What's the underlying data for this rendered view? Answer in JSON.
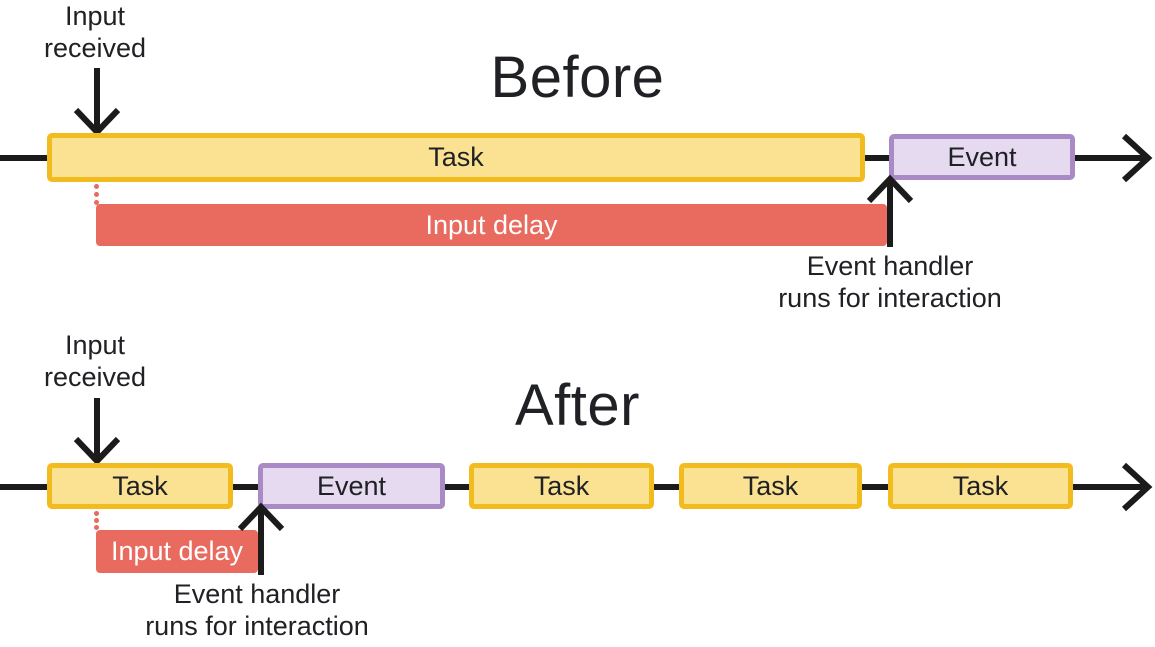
{
  "colors": {
    "task_fill": "#FBE292",
    "task_border": "#F3BC1E",
    "event_fill": "#E6DAF0",
    "event_border": "#A98AC5",
    "delay_fill": "#E96A5E",
    "delay_text": "#FFFFFF",
    "line": "#1B1B1B",
    "text": "#202124"
  },
  "before": {
    "title": "Before",
    "input_received": "Input\nreceived",
    "task_label": "Task",
    "event_label": "Event",
    "input_delay_label": "Input delay",
    "event_handler": "Event handler\nruns for interaction"
  },
  "after": {
    "title": "After",
    "input_received": "Input\nreceived",
    "task_labels": [
      "Task",
      "Task",
      "Task",
      "Task"
    ],
    "event_label": "Event",
    "input_delay_label": "Input delay",
    "event_handler": "Event handler\nruns for interaction"
  }
}
